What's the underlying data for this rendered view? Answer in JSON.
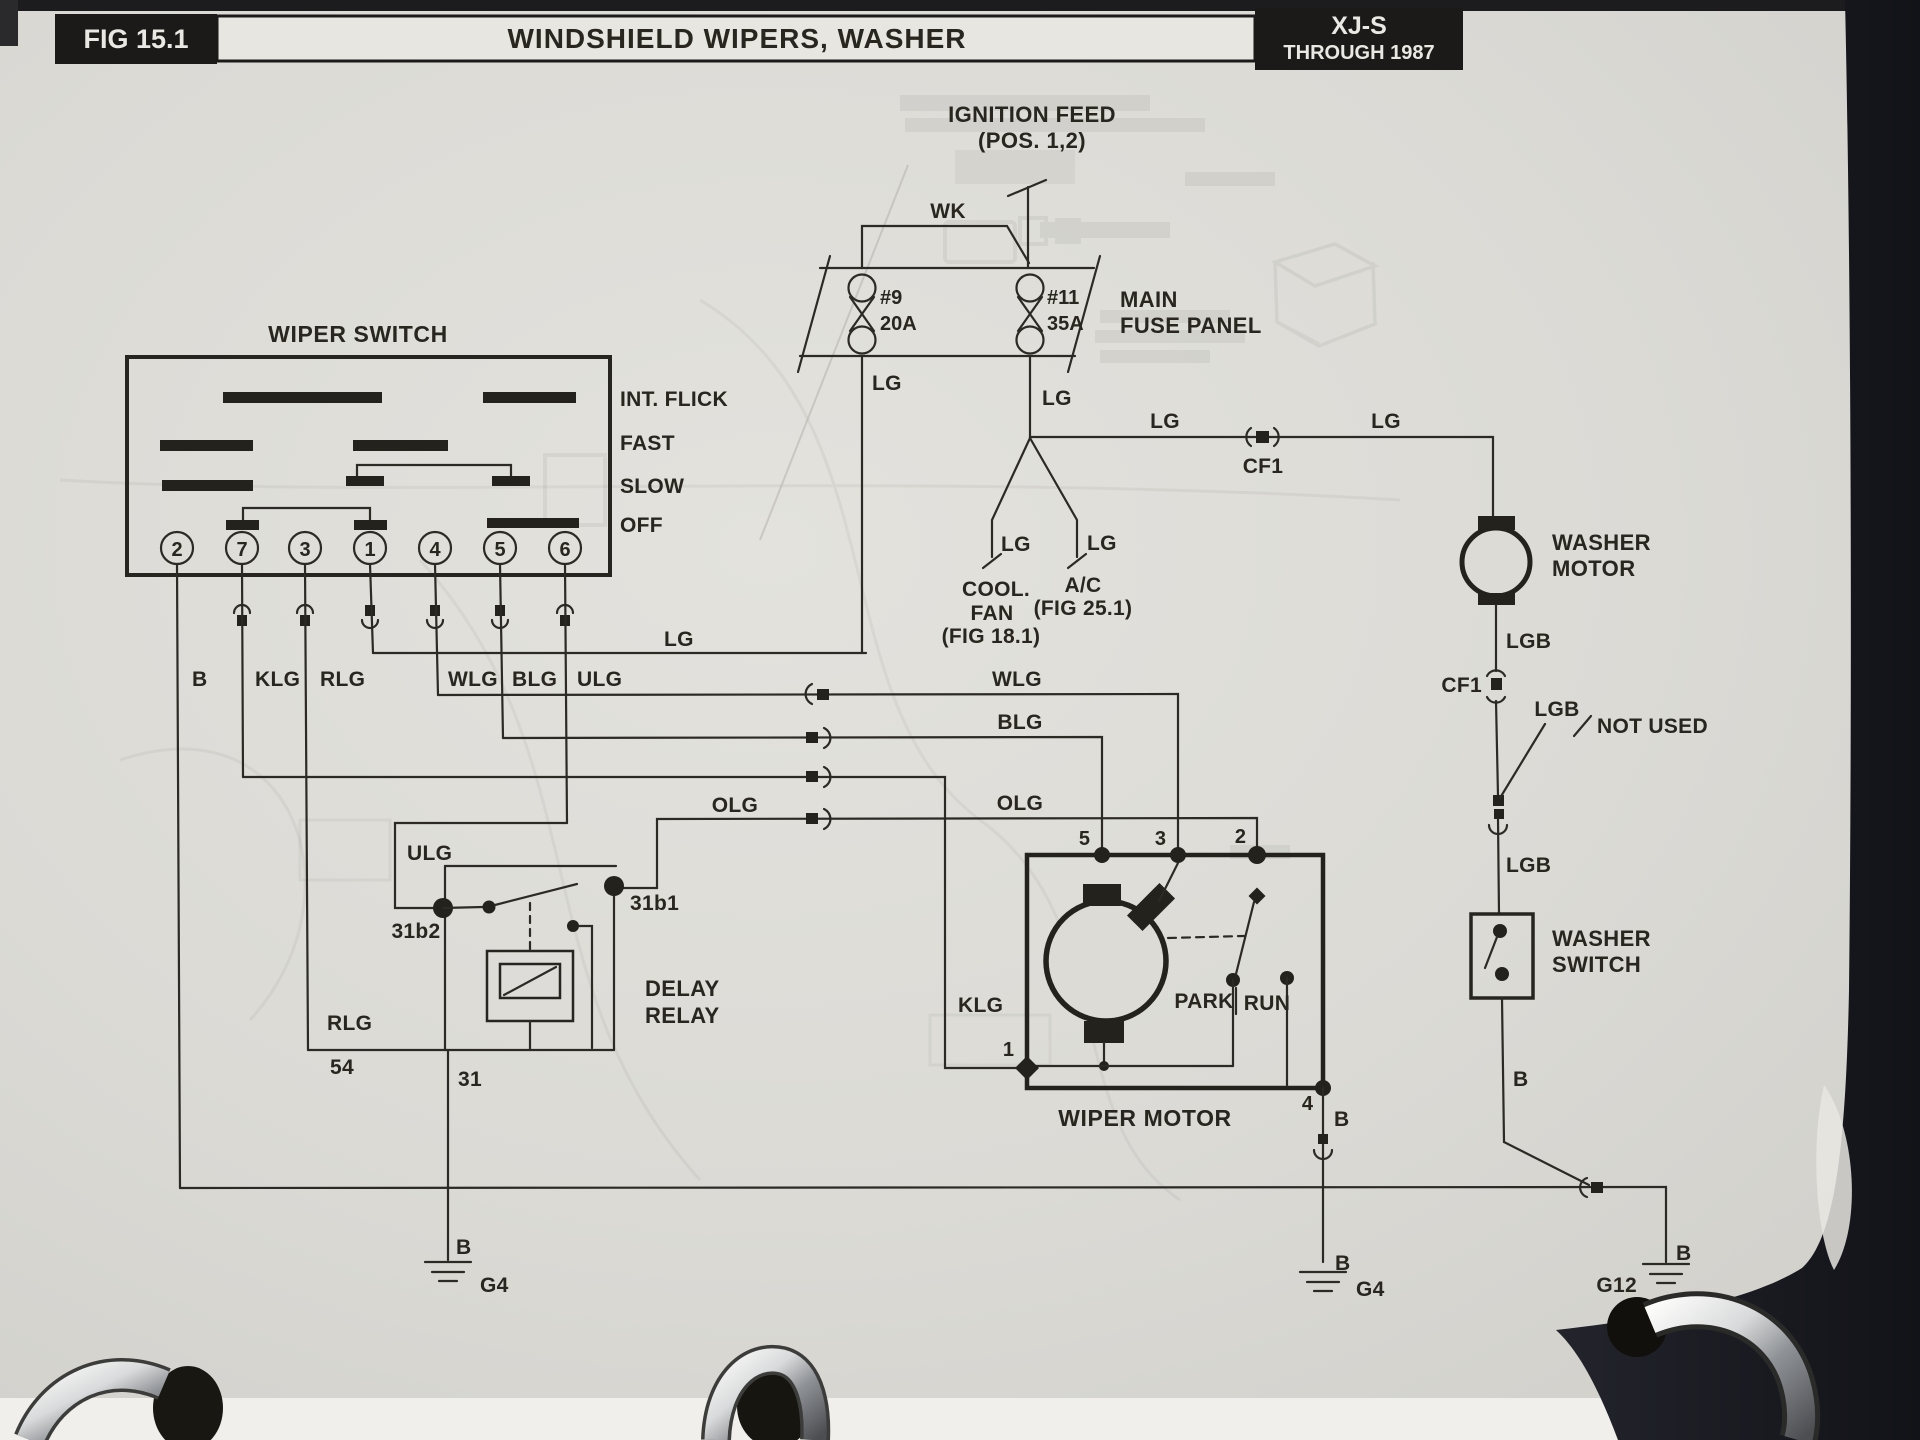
{
  "header": {
    "fig_label": "FIG 15.1",
    "title": "WINDSHIELD WIPERS, WASHER",
    "model": "XJ-S",
    "model_sub": "THROUGH 1987"
  },
  "colors": {
    "paper": "#dcdbd6",
    "ink": "#28261f",
    "header_bg": "#1b1a18",
    "binder_dark": "#171820"
  },
  "ignition": {
    "l1": "IGNITION FEED",
    "l2": "(POS. 1,2)"
  },
  "fuse_panel": {
    "title1": "MAIN",
    "title2": "FUSE PANEL",
    "f9": "#9",
    "f9a": "20A",
    "f11": "#11",
    "f11a": "35A"
  },
  "wiper_switch": {
    "title": "WIPER SWITCH",
    "positions": [
      "INT. FLICK",
      "FAST",
      "SLOW",
      "OFF"
    ],
    "terminals": [
      "2",
      "7",
      "3",
      "1",
      "4",
      "5",
      "6"
    ]
  },
  "wires": {
    "b": "B",
    "klg": "KLG",
    "rlg": "RLG",
    "wlg": "WLG",
    "blg": "BLG",
    "ulg": "ULG",
    "olg": "OLG",
    "lg": "LG",
    "lgb": "LGB",
    "wk": "WK"
  },
  "connectors": {
    "cf1": "CF1"
  },
  "cool_fan": {
    "l1": "COOL.",
    "l2": "FAN",
    "l3": "(FIG 18.1)"
  },
  "ac": {
    "l1": "A/C",
    "l2": "(FIG 25.1)"
  },
  "washer_motor": {
    "l1": "WASHER",
    "l2": "MOTOR"
  },
  "washer_switch": {
    "l1": "WASHER",
    "l2": "SWITCH"
  },
  "not_used": "NOT USED",
  "wiper_motor": {
    "label": "WIPER MOTOR",
    "park": "PARK",
    "run": "RUN",
    "t1": "1",
    "t2": "2",
    "t3": "3",
    "t4": "4",
    "t5": "5"
  },
  "delay_relay": {
    "l1": "DELAY",
    "l2": "RELAY",
    "t_31b1": "31b1",
    "t_31b2": "31b2",
    "t_54": "54",
    "t_31": "31"
  },
  "grounds": {
    "g4": "G4",
    "g12": "G12"
  }
}
